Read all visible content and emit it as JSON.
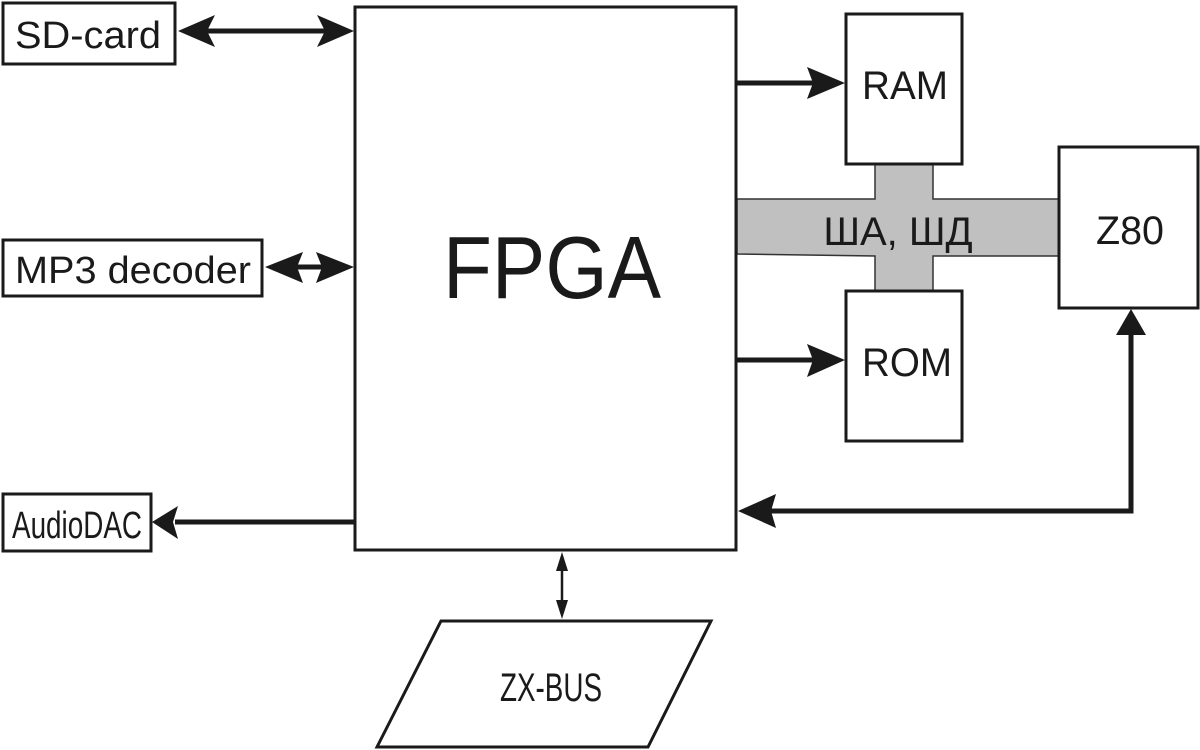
{
  "diagram": {
    "blocks": {
      "sd_card": "SD-card",
      "mp3_decoder": "MP3 decoder",
      "audio_dac": "AudioDAC",
      "fpga": "FPGA",
      "ram": "RAM",
      "rom": "ROM",
      "z80": "Z80",
      "zx_bus": "ZX-BUS"
    },
    "bus_label": "ША, ШД",
    "connections": [
      {
        "from": "FPGA",
        "to": "SD-card",
        "direction": "bidirectional"
      },
      {
        "from": "FPGA",
        "to": "MP3 decoder",
        "direction": "bidirectional"
      },
      {
        "from": "FPGA",
        "to": "AudioDAC",
        "direction": "to"
      },
      {
        "from": "FPGA",
        "to": "RAM",
        "direction": "to"
      },
      {
        "from": "FPGA",
        "to": "ROM",
        "direction": "to"
      },
      {
        "from": "FPGA",
        "to": "Z80",
        "direction": "bidirectional"
      },
      {
        "from": "FPGA",
        "to": "ZX-BUS",
        "direction": "bidirectional"
      },
      {
        "from": "Z80",
        "to": "RAM/ROM/FPGA",
        "direction": "shared bus",
        "label": "ША, ШД"
      }
    ],
    "colors": {
      "line": "#1a1a1a",
      "bus_fill": "#c0c0c0",
      "background": "#ffffff"
    }
  }
}
